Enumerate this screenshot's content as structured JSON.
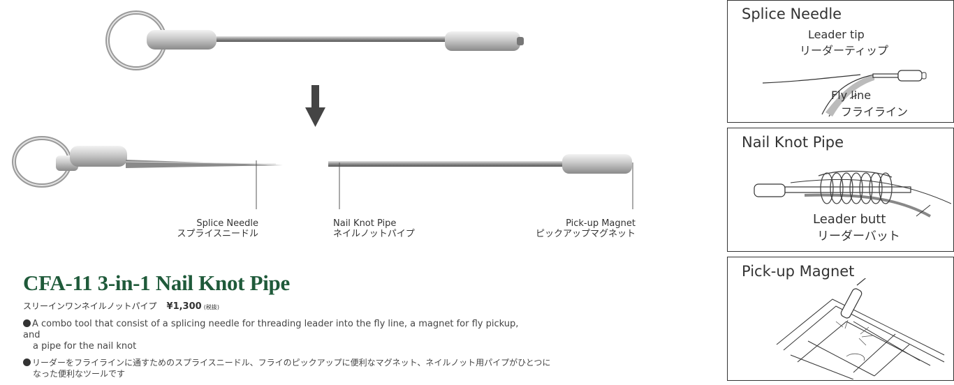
{
  "callouts": {
    "splice": {
      "en": "Splice Needle",
      "ja": "スプライスニードル"
    },
    "nail": {
      "en": "Nail Knot Pipe",
      "ja": "ネイルノットパイプ"
    },
    "magnet": {
      "en": "Pick-up Magnet",
      "ja": "ピックアップマグネット"
    }
  },
  "product": {
    "title": "CFA-11 3-in-1 Nail Knot Pipe",
    "subtitle_ja": "スリーインワンネイルノットパイプ",
    "price": "¥1,300",
    "tax_note": "(税抜)"
  },
  "bullets": [
    {
      "line1": "A combo tool that consist of a splicing needle for threading leader into the fly line, a magnet for fly pickup, and",
      "line2": "a pipe for the nail knot"
    },
    {
      "line1": "リーダーをフライラインに通すためのスプライスニードル、フライのピックアップに便利なマグネット、ネイルノット用パイプがひとつに",
      "line2": "なった便利なツールです"
    }
  ],
  "panels": {
    "splice": {
      "title": "Splice Needle",
      "leader_en": "Leader tip",
      "leader_ja": "リーダーティップ",
      "fly_en": "Fly line",
      "fly_ja": "フライライン"
    },
    "nail": {
      "title": "Nail Knot Pipe",
      "butt_en": "Leader butt",
      "butt_ja": "リーダーバット"
    },
    "magnet": {
      "title": "Pick-up Magnet"
    }
  }
}
